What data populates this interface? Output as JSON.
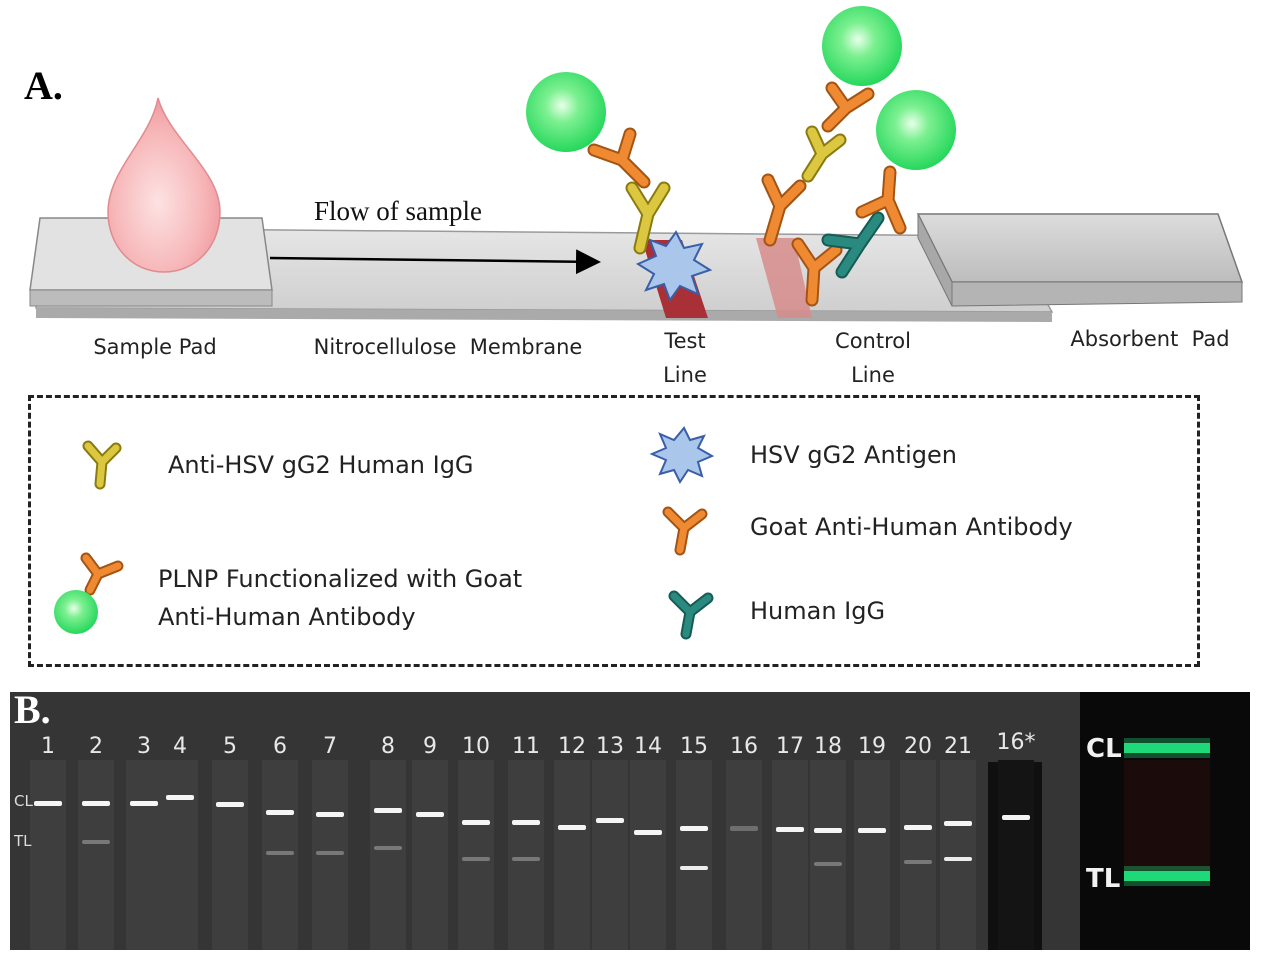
{
  "panel_a": {
    "label": "A.",
    "flow_label": "Flow of sample",
    "strip": {
      "sample_pad": "Sample Pad",
      "membrane": "Nitrocellulose  Membrane",
      "test_line": [
        "Test",
        "Line"
      ],
      "control_line": [
        "Control",
        "Line"
      ],
      "absorbent_pad": "Absorbent  Pad"
    },
    "legend": {
      "anti_hsv": "Anti-HSV gG2 Human IgG",
      "plnp": [
        "PLNP Functionalized with Goat",
        "Anti-Human Antibody"
      ],
      "antigen": "HSV gG2 Antigen",
      "goat": "Goat Anti-Human Antibody",
      "human_igg": "Human IgG"
    },
    "colors": {
      "anti_hsv_igg": "#d8c440",
      "goat_anti_human": "#f08a32",
      "human_igg": "#2a8a80",
      "plnp": "#33e066",
      "antigen": "#aac6ea",
      "test_line": "#a83036",
      "control_line": "#d88c8c",
      "droplet": "#f4a8ac"
    }
  },
  "panel_b": {
    "label": "B.",
    "lane_labels": [
      "1",
      "2",
      "3",
      "4",
      "5",
      "6",
      "7",
      "8",
      "9",
      "10",
      "11",
      "12",
      "13",
      "14",
      "15",
      "16",
      "17",
      "18",
      "19",
      "20",
      "21",
      "16*"
    ],
    "side_labels": {
      "cl": "CL",
      "tl": "TL"
    },
    "inset_labels": {
      "cl": "CL",
      "tl": "TL"
    },
    "band_color": "#ffffff",
    "inset_band_color": "#1fd878"
  }
}
